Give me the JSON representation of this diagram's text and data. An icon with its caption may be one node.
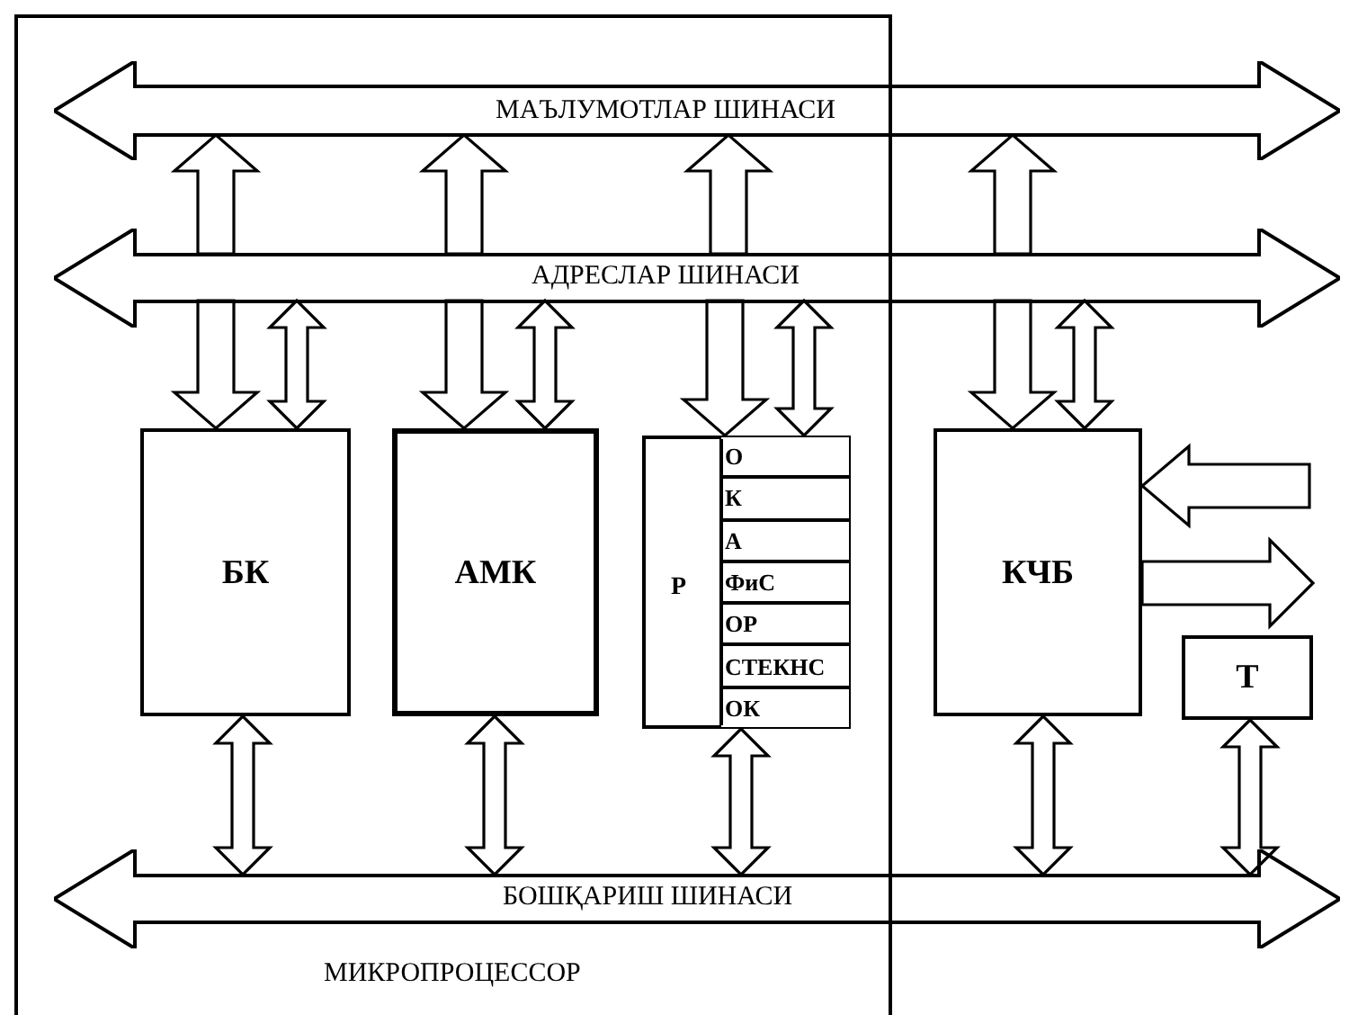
{
  "diagram": {
    "nodes": [
      {
        "text": [
          "МИКРОПРОЦЕССОР"
        ]
      },
      {
        "text": [
          "МАЪЛУМОТЛАР ШИНАСИ"
        ]
      },
      {
        "text": [
          "АДРЕСЛАР ШИНАСИ"
        ]
      },
      {
        "text": [
          "БК"
        ],
        "in": 0
      },
      {
        "text": [
          "АМК"
        ],
        "in": 0
      },
      {
        "text": [
          "Р"
        ],
        "in": 0
      },
      {
        "text": [
          "О"
        ],
        "in": 5
      },
      {
        "text": [
          "К"
        ],
        "in": 5
      },
      {
        "text": [
          "А"
        ],
        "in": 5
      },
      {
        "text": [
          "ФиС"
        ],
        "in": 5
      },
      {
        "text": [
          "ОР"
        ],
        "in": 5
      },
      {
        "text": [
          "СТЕКНС"
        ],
        "in": 5
      },
      {
        "text": [
          "ОК"
        ],
        "in": 5
      },
      {
        "text": [
          "КЧБ"
        ]
      },
      {
        "text": [
          "Т"
        ]
      },
      {
        "text": [
          "БОШҚАРИШ ШИНАСИ"
        ]
      }
    ],
    "edges": [
      {
        "from": 2,
        "to": 1,
        "arrow": "to"
      },
      {
        "from": 2,
        "to": 1,
        "arrow": "to"
      },
      {
        "from": 2,
        "to": 1,
        "arrow": "to"
      },
      {
        "from": 2,
        "to": 1,
        "arrow": "to"
      },
      {
        "from": 2,
        "to": 3,
        "arrow": "to"
      },
      {
        "from": 2,
        "to": 3,
        "arrow": "both"
      },
      {
        "from": 2,
        "to": 4,
        "arrow": "to"
      },
      {
        "from": 2,
        "to": 4,
        "arrow": "both"
      },
      {
        "from": 2,
        "to": 5,
        "arrow": "to"
      },
      {
        "from": 2,
        "to": 5,
        "arrow": "both"
      },
      {
        "from": 2,
        "to": 13,
        "arrow": "to"
      },
      {
        "from": 2,
        "to": 13,
        "arrow": "both"
      },
      {
        "from": 3,
        "to": 15,
        "arrow": "both"
      },
      {
        "from": 4,
        "to": 15,
        "arrow": "both"
      },
      {
        "from": 12,
        "to": 15,
        "arrow": "both"
      },
      {
        "from": 13,
        "to": 15,
        "arrow": "both"
      },
      {
        "from": 14,
        "to": 15,
        "arrow": "both"
      },
      {
        "from": null,
        "to": 13,
        "arrow": "to"
      },
      {
        "from": 13,
        "to": null,
        "arrow": "to"
      }
    ]
  }
}
